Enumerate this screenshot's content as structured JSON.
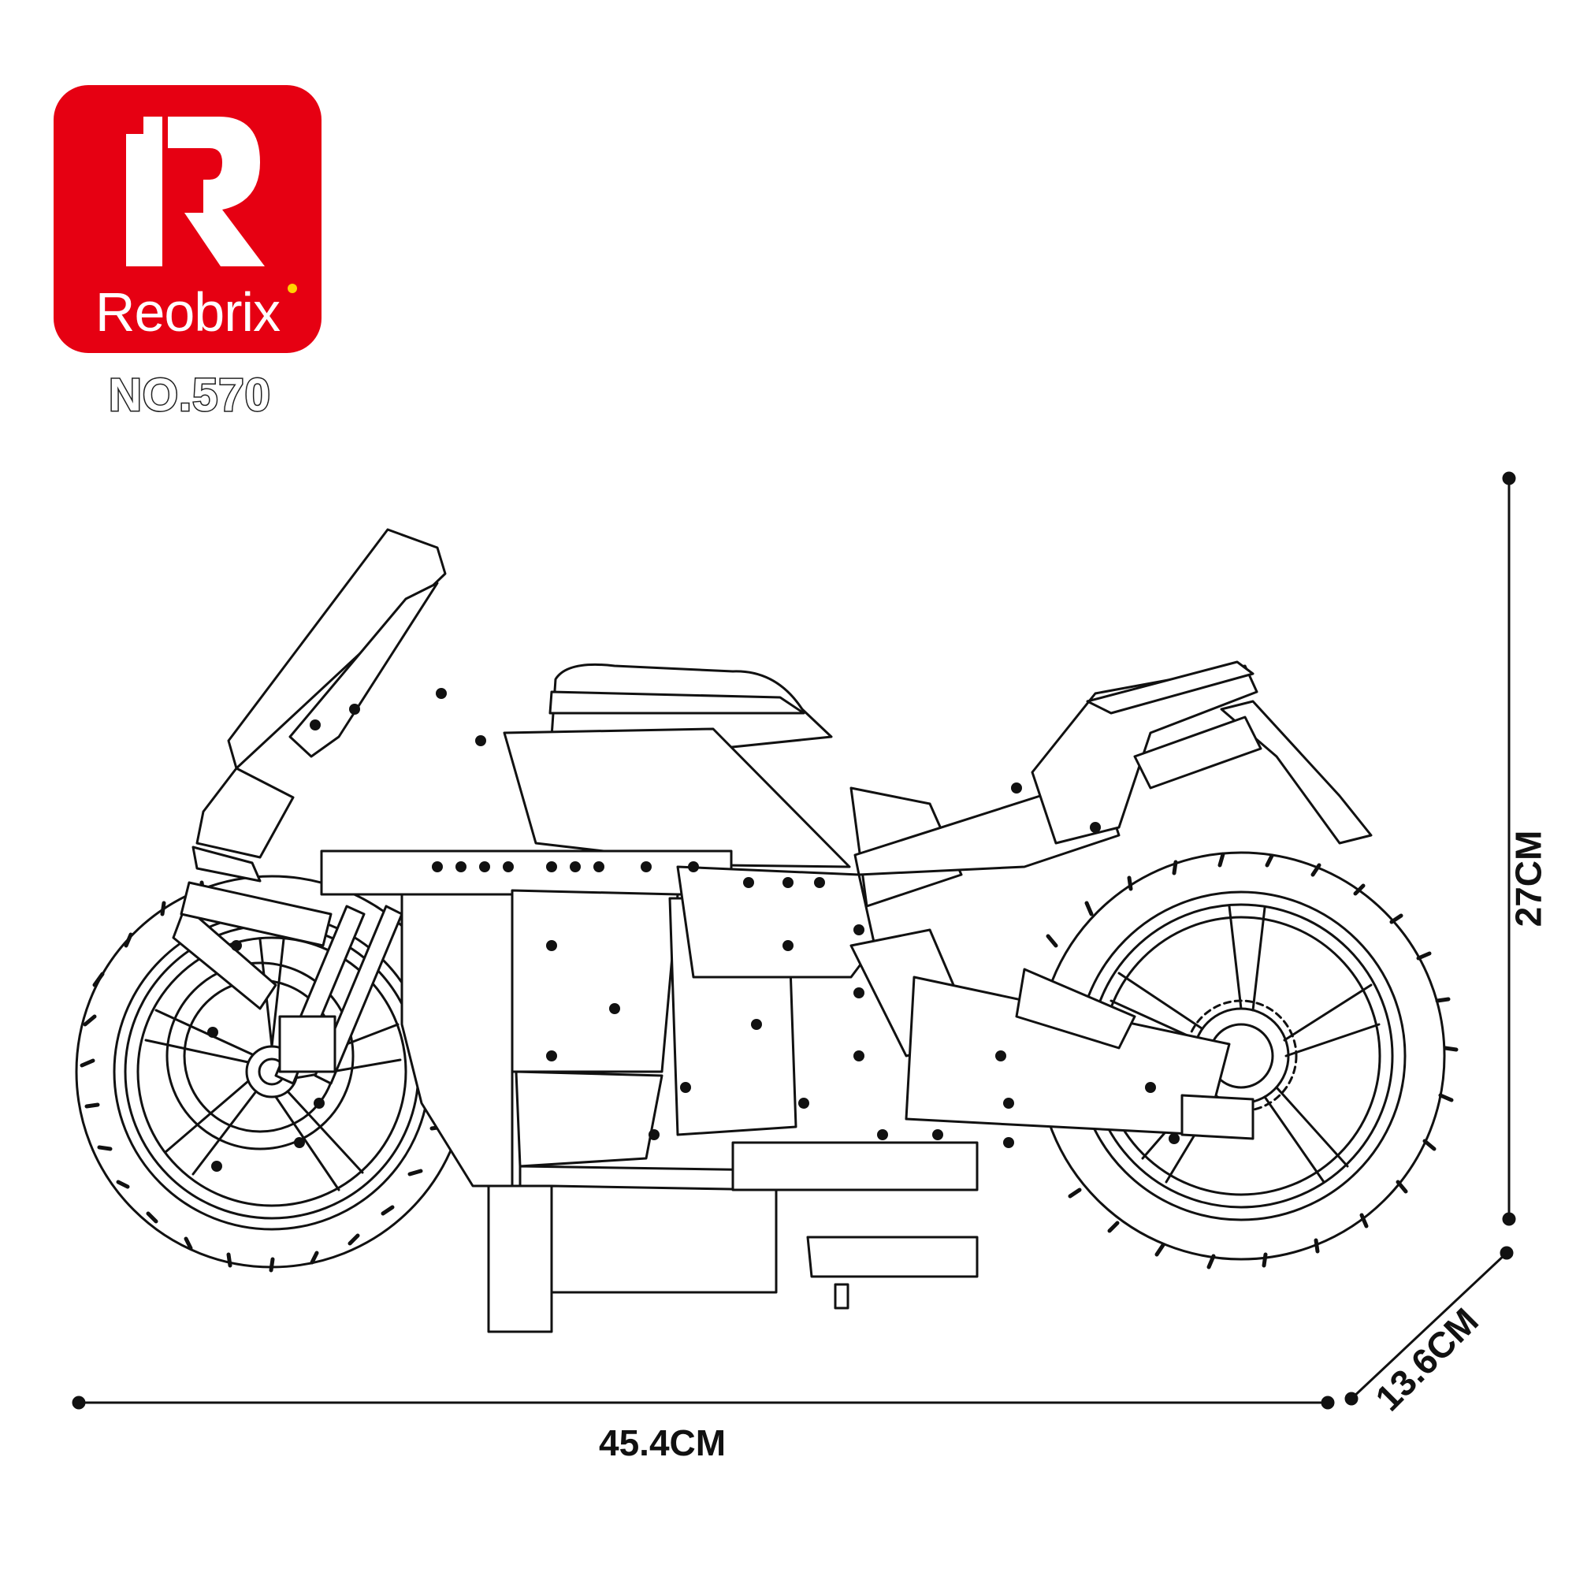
{
  "brand": {
    "logo_name": "reobrix-logo",
    "wordmark": "Reobrix",
    "color": "#e60012"
  },
  "model": {
    "number": "NO.570"
  },
  "dimensions": {
    "length": "45.4CM",
    "height": "27CM",
    "depth": "13.6CM"
  },
  "colors": {
    "line": "#111111",
    "fill": "#ffffff",
    "accent": "#e60012"
  }
}
